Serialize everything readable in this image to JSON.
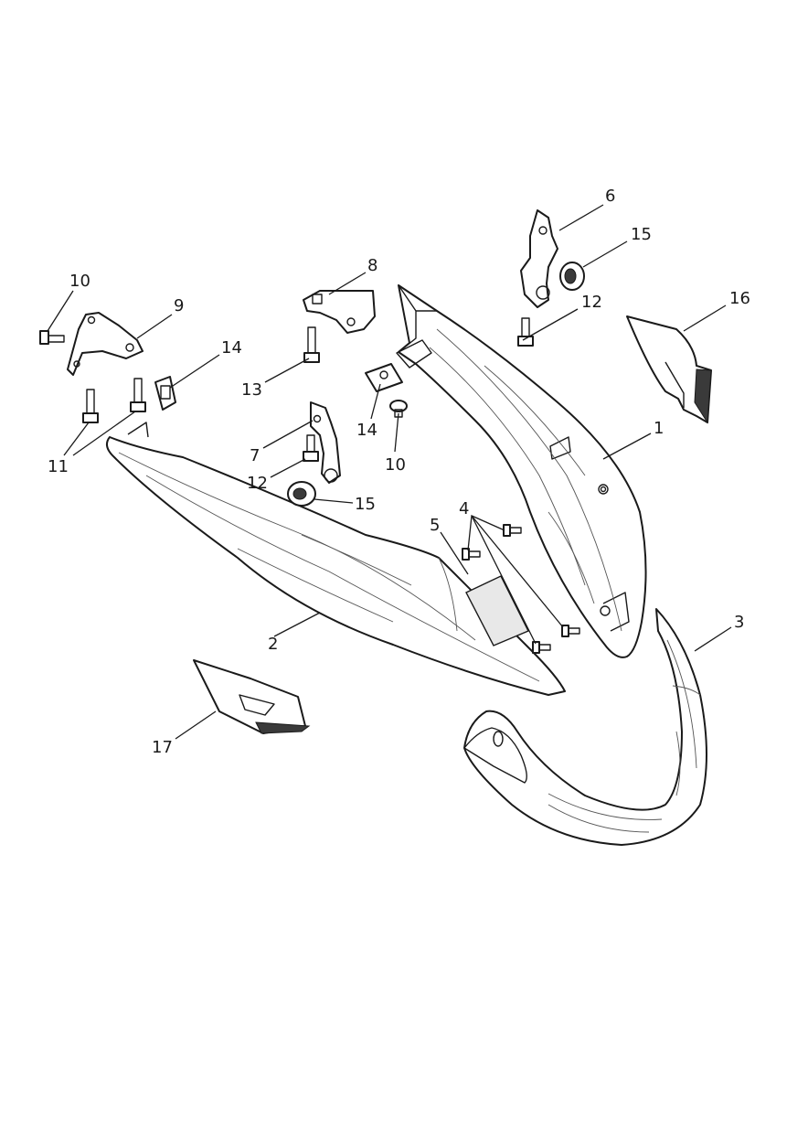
{
  "diagram": {
    "callouts": [
      {
        "id": "c1",
        "label": "1"
      },
      {
        "id": "c2",
        "label": "2"
      },
      {
        "id": "c3",
        "label": "3"
      },
      {
        "id": "c4",
        "label": "4"
      },
      {
        "id": "c5",
        "label": "5"
      },
      {
        "id": "c6",
        "label": "6"
      },
      {
        "id": "c7",
        "label": "7"
      },
      {
        "id": "c8",
        "label": "8"
      },
      {
        "id": "c9",
        "label": "9"
      },
      {
        "id": "c10a",
        "label": "10"
      },
      {
        "id": "c10b",
        "label": "10"
      },
      {
        "id": "c11",
        "label": "11"
      },
      {
        "id": "c12a",
        "label": "12"
      },
      {
        "id": "c12b",
        "label": "12"
      },
      {
        "id": "c13",
        "label": "13"
      },
      {
        "id": "c14a",
        "label": "14"
      },
      {
        "id": "c14b",
        "label": "14"
      },
      {
        "id": "c15a",
        "label": "15"
      },
      {
        "id": "c15b",
        "label": "15"
      },
      {
        "id": "c16",
        "label": "16"
      },
      {
        "id": "c17",
        "label": "17"
      }
    ]
  }
}
